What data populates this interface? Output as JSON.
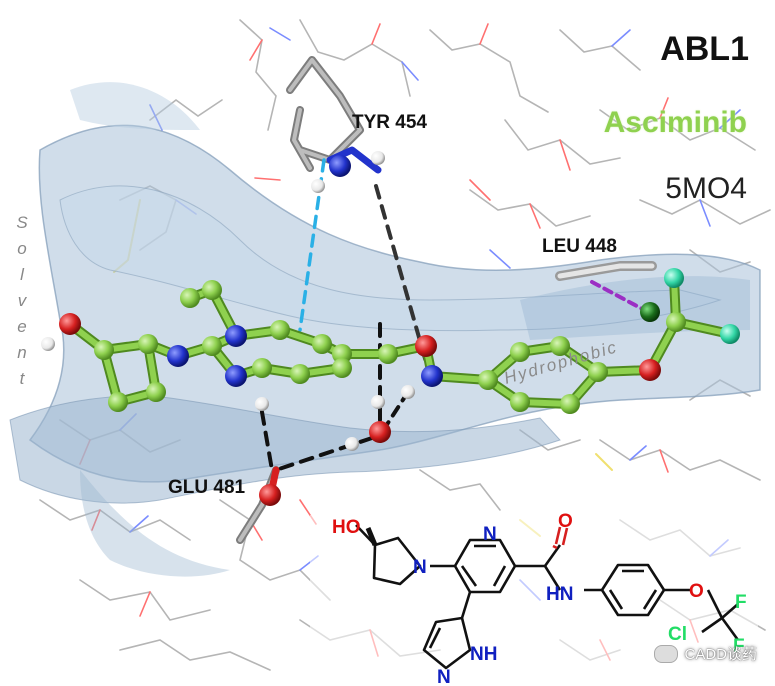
{
  "header": {
    "target": "ABL1",
    "ligand": "Asciminib",
    "pdb_id": "5MO4"
  },
  "regions": {
    "solvent": [
      "S",
      "o",
      "l",
      "v",
      "e",
      "n",
      "t"
    ],
    "hydrophobic": "Hydrophobic"
  },
  "residues": {
    "tyr": "TYR 454",
    "leu": "LEU 448",
    "glu": "GLU 481"
  },
  "structure_atoms": {
    "ho": "HO",
    "n_ring": "N",
    "n_pyrrolidine": "N",
    "o_carbonyl": "O",
    "hn": "HN",
    "o_ether": "O",
    "f_top": "F",
    "f_bottom": "F",
    "cl": "Cl",
    "n_pyrazole": "N",
    "nh_pyrazole": "NH"
  },
  "watermark": "CADD谈药",
  "colors": {
    "ligand_carbon": "#8fd14f",
    "nitrogen": "#2233cc",
    "oxygen": "#d62020",
    "fluorine": "#22dd66",
    "chlorine": "#1b6e1b",
    "surface": "#9fb8d2",
    "hbond": "#333333",
    "pi_bond": "#2ab0e6",
    "halogen": "#9b2fc4"
  }
}
